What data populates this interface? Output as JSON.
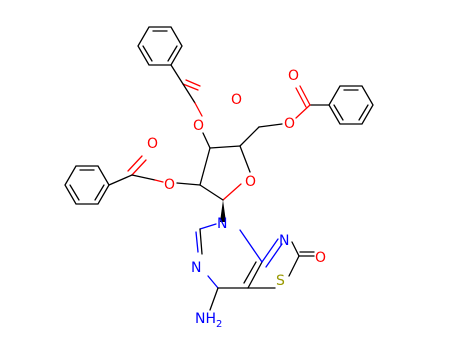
{
  "colors": {
    "bond": "#000000",
    "oxygen": "#ff0000",
    "nitrogen": "#0000ff",
    "sulfur": "#999900",
    "background": "#ffffff"
  },
  "atoms": {
    "o_carbonyl_top": "O",
    "o_ester_top": "O",
    "o_carbonyl_left": "O",
    "o_ester_left": "O",
    "o_ring": "O",
    "o_ester_right": "O",
    "o_carbonyl_right": "O",
    "n_ring_bottom": "N",
    "n_thiazole": "N",
    "n_pyrimidine": "N",
    "s_thiazole": "S",
    "o_thiazolone": "O",
    "amine_N": "N",
    "amine_H": "H",
    "amine_sub": "2"
  }
}
